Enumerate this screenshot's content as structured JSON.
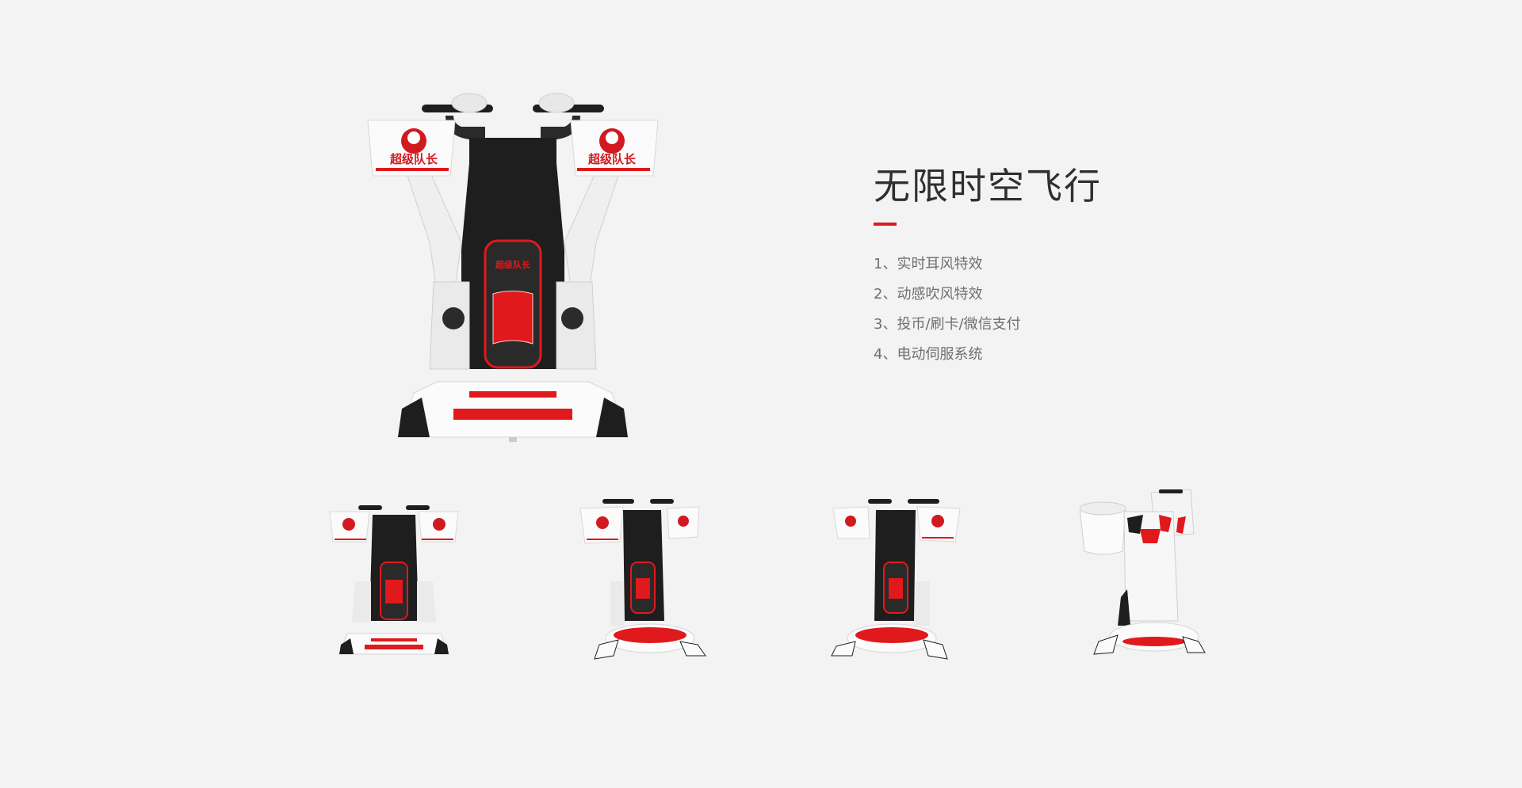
{
  "product": {
    "title": "无限时空飞行",
    "features": [
      "1、实时耳风特效",
      "2、动感吹风特效",
      "3、投币/刷卡/微信支付",
      "4、电动伺服系统"
    ],
    "logo_text": "超级队长"
  },
  "colors": {
    "accent": "#e0191c",
    "title": "#2f2f2f",
    "feature_text": "#6f6f6f",
    "background": "#f3f3f3",
    "machine_dark": "#1e1e1e",
    "machine_white": "#f8f8f8"
  },
  "views": [
    {
      "name": "front-view"
    },
    {
      "name": "three-quarter-left-view"
    },
    {
      "name": "three-quarter-right-view"
    },
    {
      "name": "rear-side-view"
    }
  ]
}
